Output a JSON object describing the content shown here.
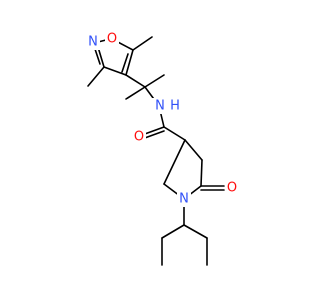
{
  "colors": {
    "background": "#ffffff",
    "bond": "#000000",
    "nitrogen": "#3050F8",
    "oxygen": "#FF0D0D"
  },
  "atoms": {
    "isoxazole_oxygen": {
      "text": "O",
      "element": "O"
    },
    "isoxazole_nitrogen": {
      "text": "N",
      "element": "N"
    },
    "amide_nh": {
      "text": "N",
      "element": "N"
    },
    "amide_h": {
      "text": "H",
      "element": "H"
    },
    "amide_oxygen": {
      "text": "O",
      "element": "O"
    },
    "ring_nitrogen": {
      "text": "N",
      "element": "N"
    },
    "ketone_oxygen": {
      "text": "O",
      "element": "O"
    }
  }
}
